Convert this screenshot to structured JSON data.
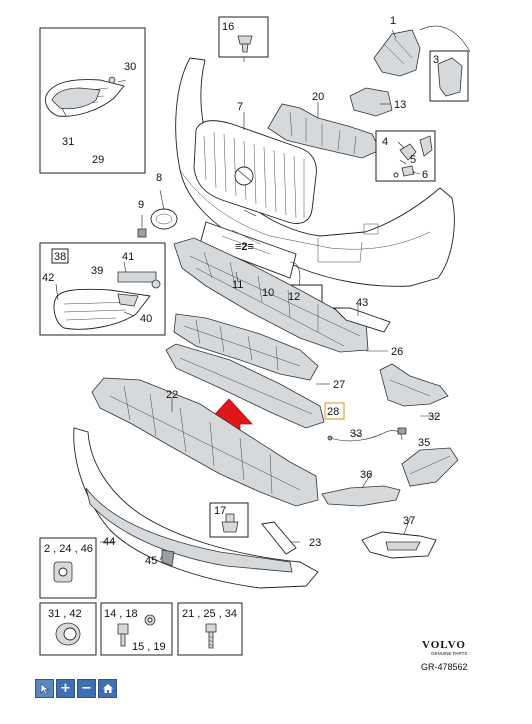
{
  "brand": {
    "name": "VOLVO",
    "sub": "GENUINE PARTS",
    "reference": "GR-478562"
  },
  "callouts": {
    "c1": "1",
    "c3": "3",
    "c4": "4",
    "c5": "5",
    "c6": "6",
    "c7": "7",
    "c8": "8",
    "c9": "9",
    "c10": "10",
    "c11": "11",
    "c12": "12",
    "c13": "13",
    "c16": "16",
    "c17": "17",
    "c20": "20",
    "c22": "22",
    "c23": "23",
    "c26": "26",
    "c27": "27",
    "c28": "28",
    "c29": "29",
    "c30": "30",
    "c31": "31",
    "c32": "32",
    "c33": "33",
    "c35": "35",
    "c36": "36",
    "c37": "37",
    "c38": "38",
    "c39": "39",
    "c40": "40",
    "c41": "41",
    "c42": "42",
    "c43": "43",
    "c44": "44",
    "c45": "45"
  },
  "detail_boxes": {
    "box_2_24_46": "2 , 24 , 46",
    "box_31_42": "31 , 42",
    "box_14_18": "14 , 18",
    "box_15_19": "15 , 19",
    "box_21_25_34": "21 , 25 , 34"
  },
  "highlight": {
    "part": "28",
    "arrow_color": "#e0161b",
    "box_color": "#e8a33c"
  },
  "toolbar": {
    "pointer_icon": "cursor-icon",
    "zoom_in_label": "+",
    "zoom_out_label": "−",
    "home_icon": "home-icon"
  }
}
